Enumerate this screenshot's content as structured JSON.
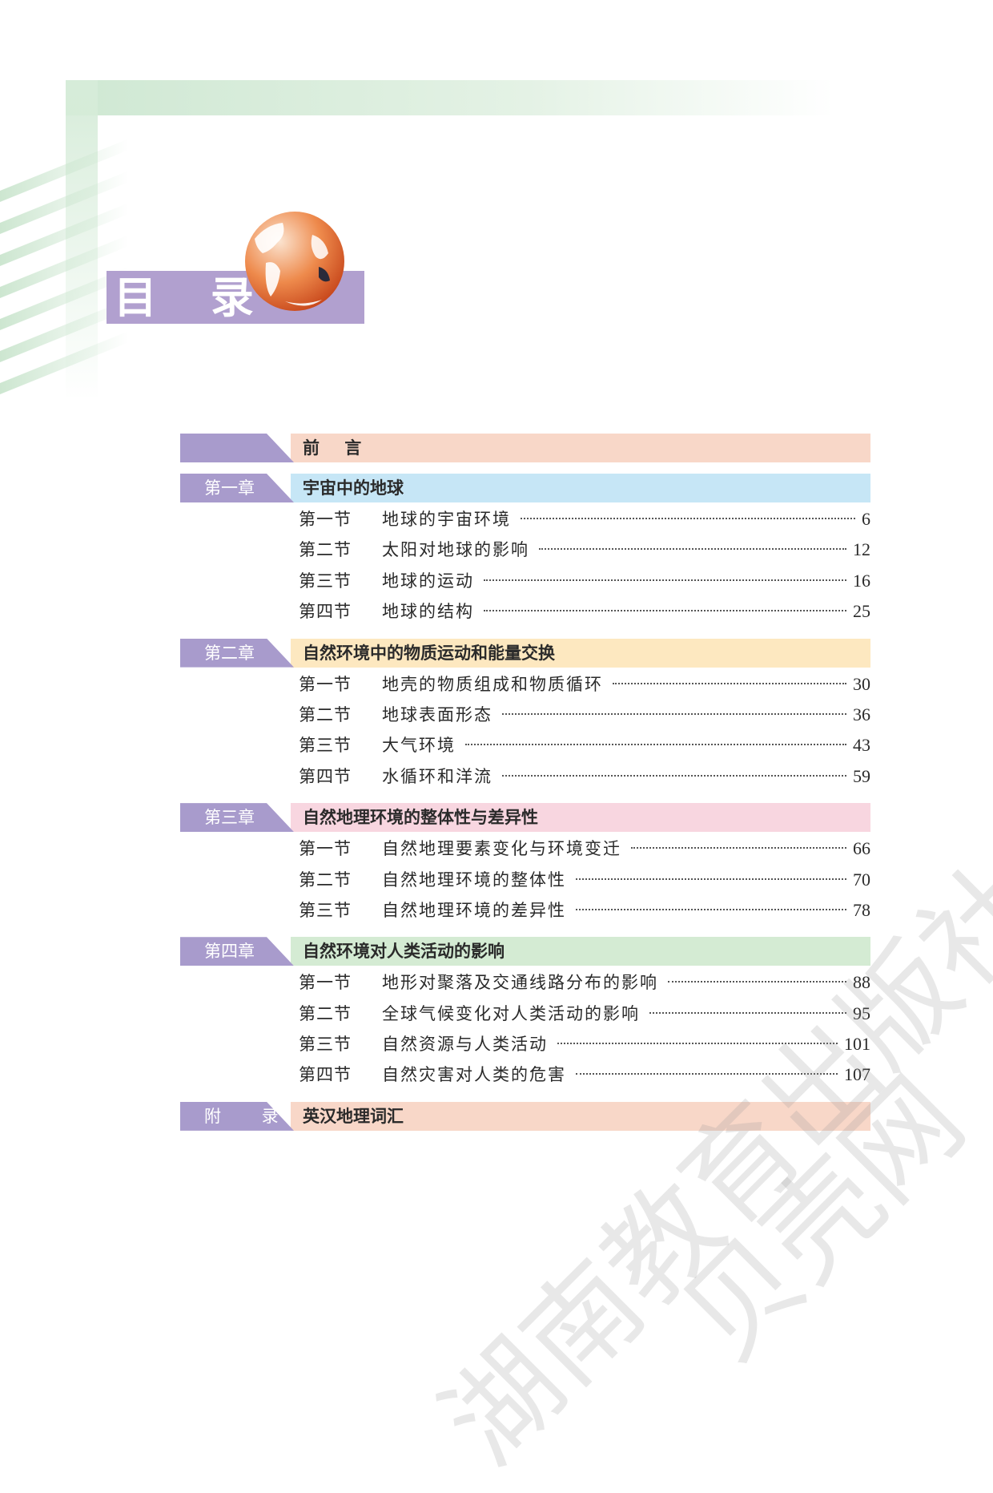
{
  "title": "目 录",
  "colors": {
    "tag": "#a89bcc",
    "preface_band": "#f8d7c8",
    "ch1_band": "#c6e6f6",
    "ch2_band": "#fde8c0",
    "ch3_band": "#f8d6e0",
    "ch4_band": "#d4ebd3",
    "appendix_band": "#f8d7c8"
  },
  "preface": {
    "title": "前 言"
  },
  "chapters": [
    {
      "label": "第一章",
      "title": "宇宙中的地球",
      "sections": [
        {
          "num": "第一节",
          "title": "地球的宇宙环境",
          "page": "6"
        },
        {
          "num": "第二节",
          "title": "太阳对地球的影响",
          "page": "12"
        },
        {
          "num": "第三节",
          "title": "地球的运动",
          "page": "16"
        },
        {
          "num": "第四节",
          "title": "地球的结构",
          "page": "25"
        }
      ]
    },
    {
      "label": "第二章",
      "title": "自然环境中的物质运动和能量交换",
      "sections": [
        {
          "num": "第一节",
          "title": "地壳的物质组成和物质循环",
          "page": "30"
        },
        {
          "num": "第二节",
          "title": "地球表面形态",
          "page": "36"
        },
        {
          "num": "第三节",
          "title": "大气环境",
          "page": "43"
        },
        {
          "num": "第四节",
          "title": "水循环和洋流",
          "page": "59"
        }
      ]
    },
    {
      "label": "第三章",
      "title": "自然地理环境的整体性与差异性",
      "sections": [
        {
          "num": "第一节",
          "title": "自然地理要素变化与环境变迁",
          "page": "66"
        },
        {
          "num": "第二节",
          "title": "自然地理环境的整体性",
          "page": "70"
        },
        {
          "num": "第三节",
          "title": "自然地理环境的差异性",
          "page": "78"
        }
      ]
    },
    {
      "label": "第四章",
      "title": "自然环境对人类活动的影响",
      "sections": [
        {
          "num": "第一节",
          "title": "地形对聚落及交通线路分布的影响",
          "page": "88"
        },
        {
          "num": "第二节",
          "title": "全球气候变化对人类活动的影响",
          "page": "95"
        },
        {
          "num": "第三节",
          "title": "自然资源与人类活动",
          "page": "101"
        },
        {
          "num": "第四节",
          "title": "自然灾害对人类的危害",
          "page": "107"
        }
      ]
    }
  ],
  "appendix": {
    "label": "附 录",
    "title": "英汉地理词汇"
  },
  "watermark": {
    "line1": "湖南教育出版社",
    "line2": "贝壳网"
  }
}
